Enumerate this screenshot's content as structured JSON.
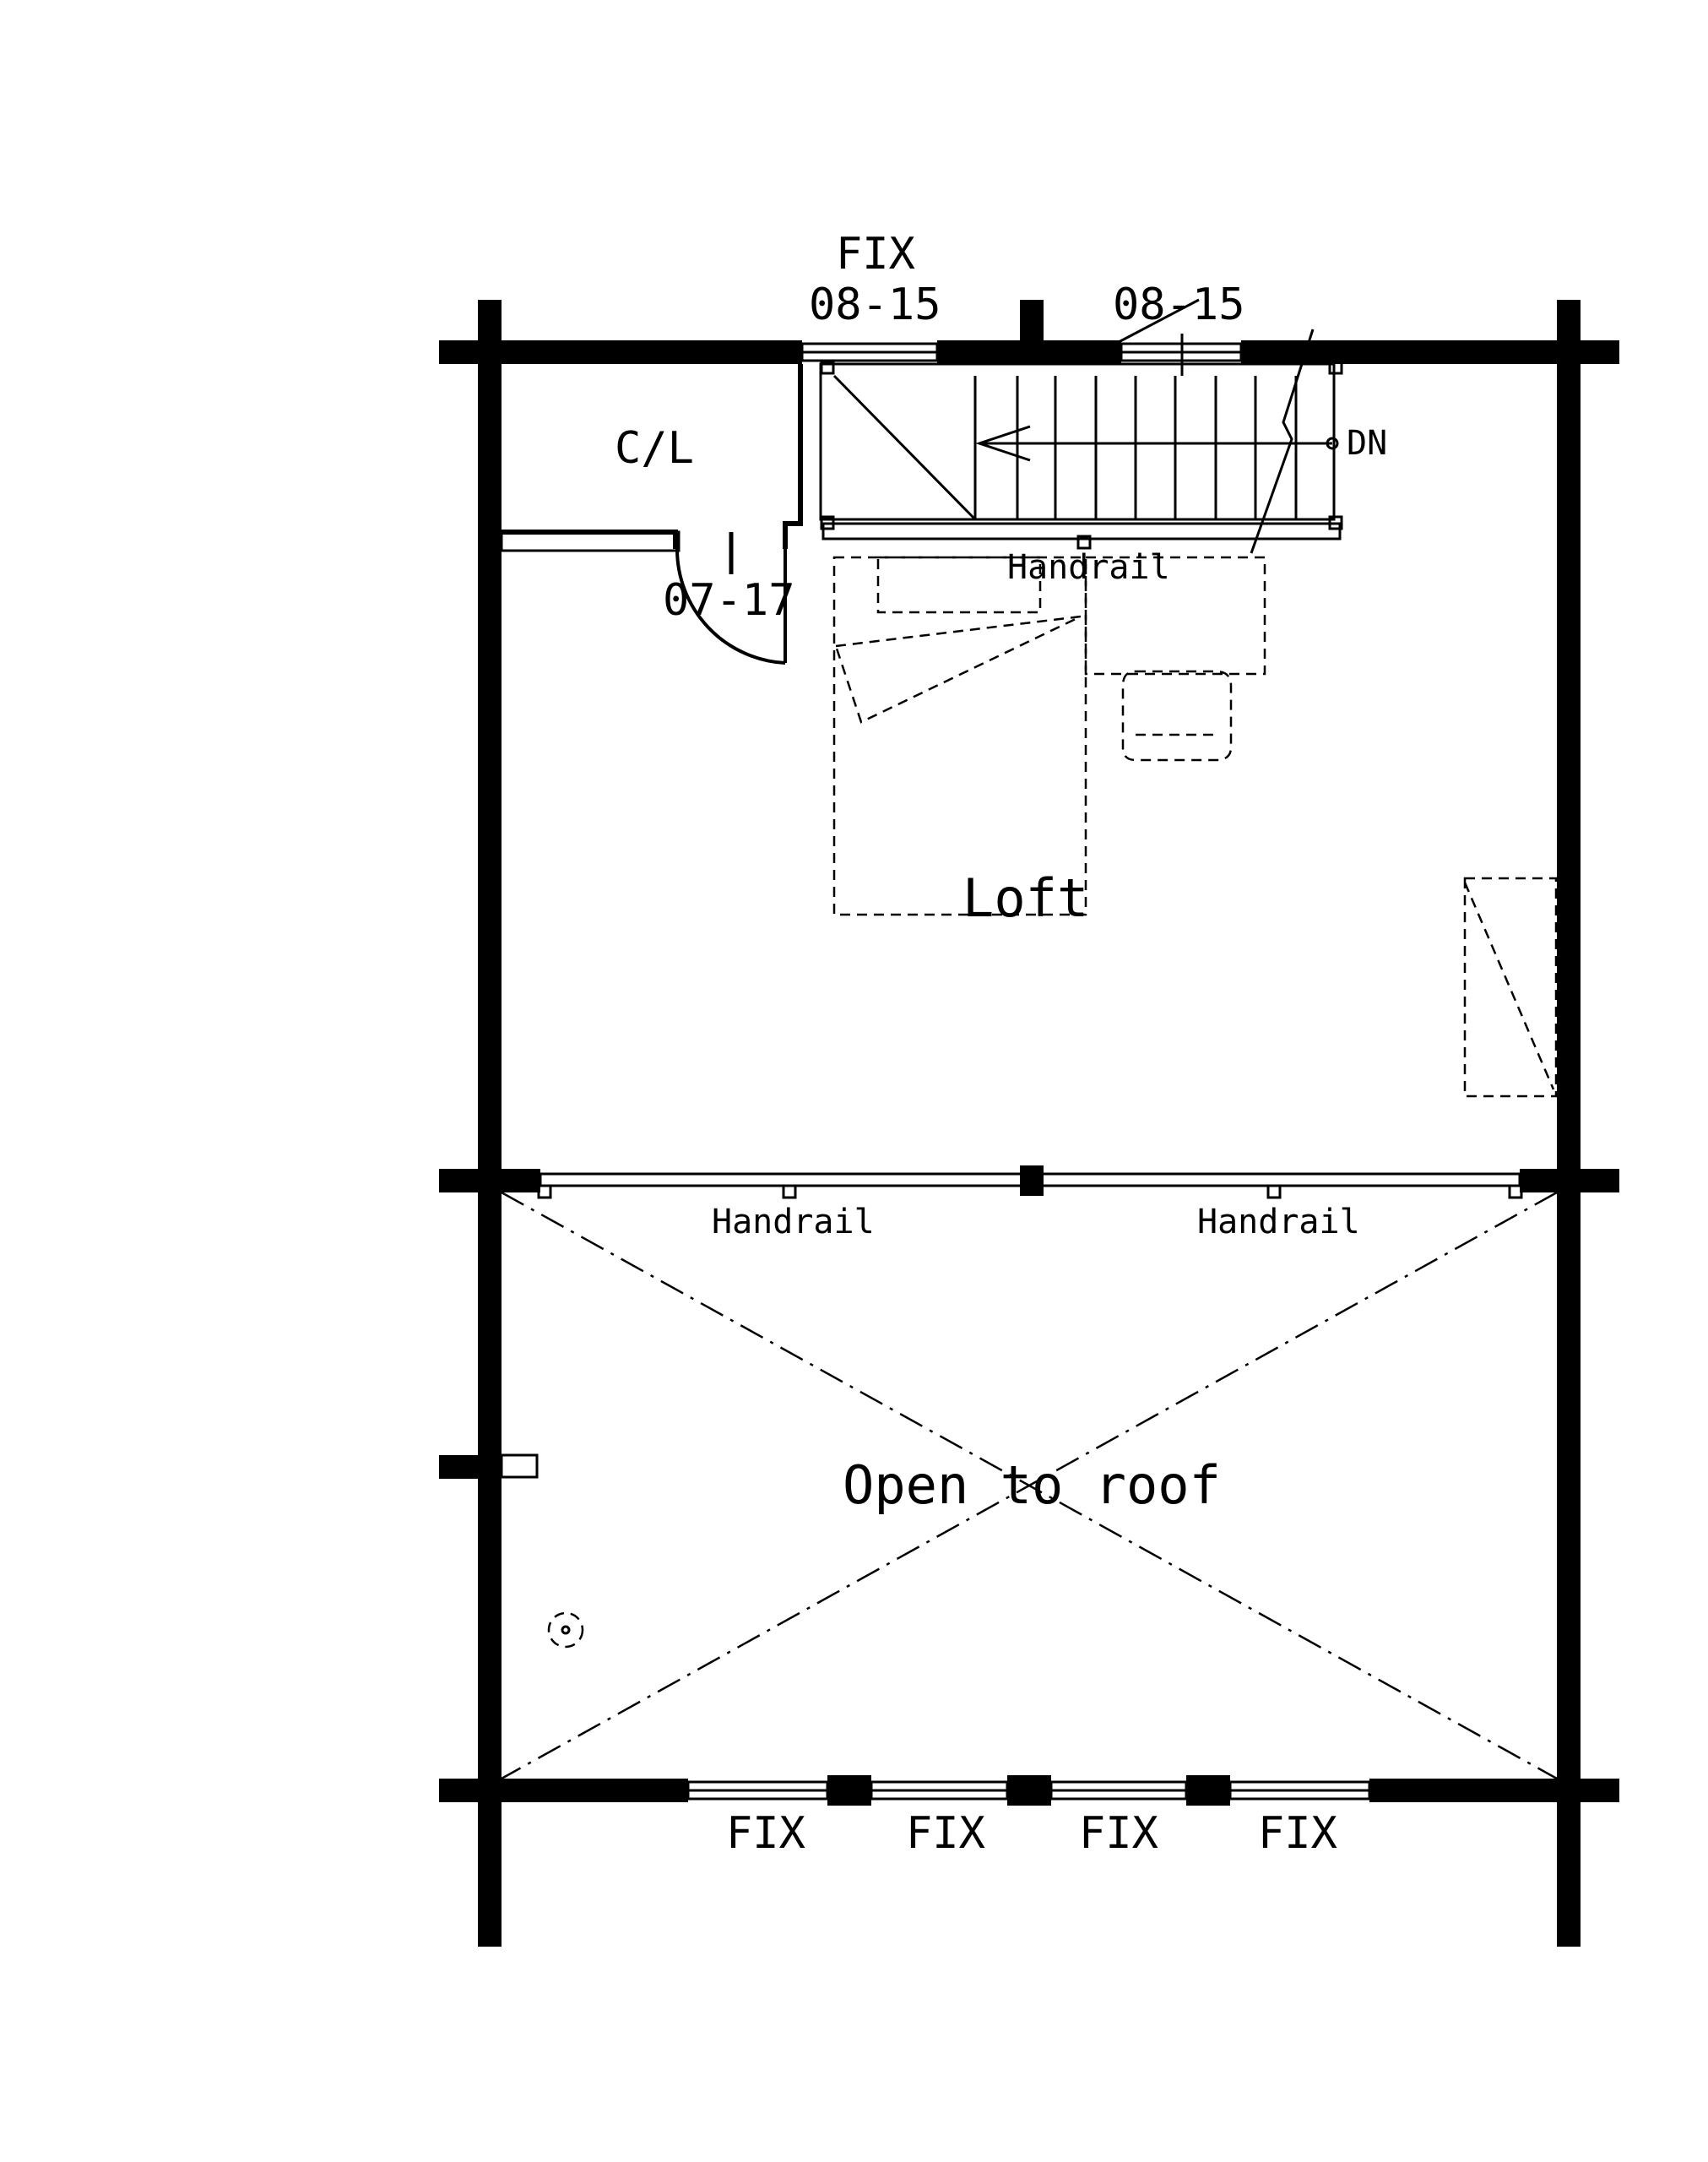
{
  "labels": {
    "top_fix": "FIX",
    "top_window_left": "08-15",
    "top_window_right": "08-15",
    "closet": "C/L",
    "closet_door": "07-17",
    "stair_dn": "DN",
    "handrail_stair": "Handrail",
    "loft": "Loft",
    "handrail_left": "Handrail",
    "handrail_right": "Handrail",
    "open_to_roof": "Open to roof",
    "bottom_fix_1": "FIX",
    "bottom_fix_2": "FIX",
    "bottom_fix_3": "FIX",
    "bottom_fix_4": "FIX"
  }
}
